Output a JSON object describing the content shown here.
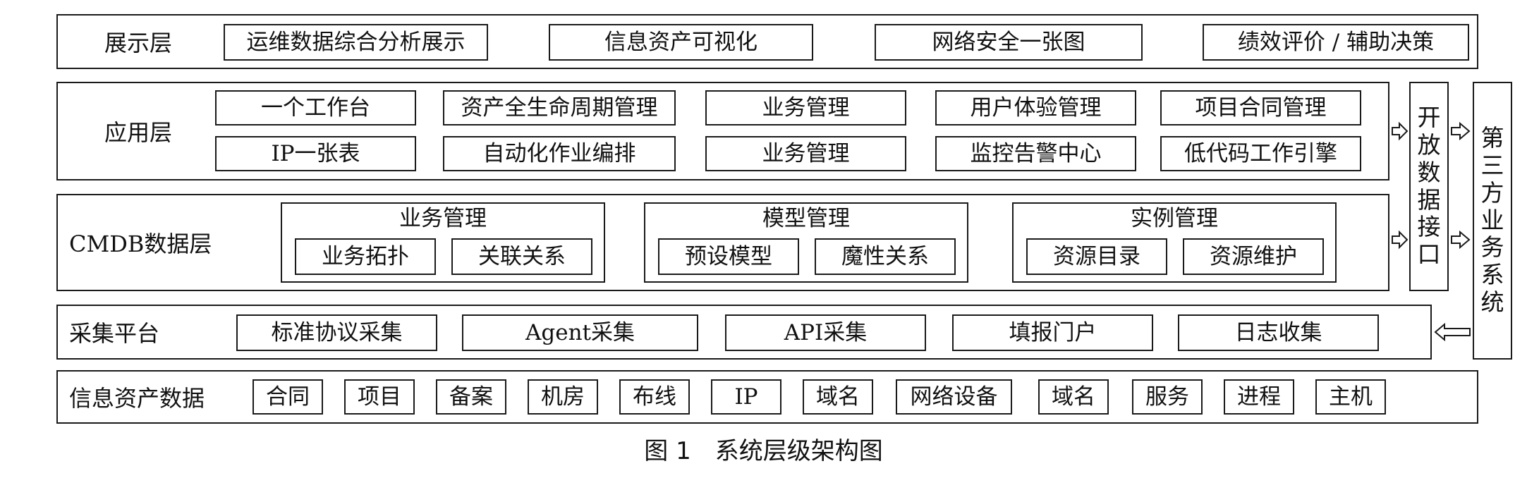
{
  "caption": "图 1　系统层级架构图",
  "display_layer": {
    "label": "展示层",
    "items": [
      "运维数据综合分析展示",
      "信息资产可视化",
      "网络安全一张图",
      "绩效评价 /  辅助决策"
    ]
  },
  "app_layer": {
    "label": "应用层",
    "row1": [
      "一个工作台",
      "资产全生命周期管理",
      "业务管理",
      "用户体验管理",
      "项目合同管理"
    ],
    "row2": [
      "IP一张表",
      "自动化作业编排",
      "业务管理",
      "监控告警中心",
      "低代码工作引擎"
    ]
  },
  "cmdb_layer": {
    "label": "CMDB数据层",
    "groups": [
      {
        "title": "业务管理",
        "items": [
          "业务拓扑",
          "关联关系"
        ]
      },
      {
        "title": "模型管理",
        "items": [
          "预设模型",
          "魔性关系"
        ]
      },
      {
        "title": "实例管理",
        "items": [
          "资源目录",
          "资源维护"
        ]
      }
    ]
  },
  "collect_layer": {
    "label": "采集平台",
    "items": [
      "标准协议采集",
      "Agent采集",
      "API采集",
      "填报门户",
      "日志收集"
    ]
  },
  "asset_layer": {
    "label": "信息资产数据",
    "items": [
      "合同",
      "项目",
      "备案",
      "机房",
      "布线",
      "IP",
      "域名",
      "网络设备",
      "域名",
      "服务",
      "进程",
      "主机"
    ]
  },
  "open_api": [
    "开",
    "放",
    "数",
    "据",
    "接",
    "口"
  ],
  "third_party": [
    "第",
    "三",
    "方",
    "业",
    "务",
    "系",
    "统"
  ]
}
